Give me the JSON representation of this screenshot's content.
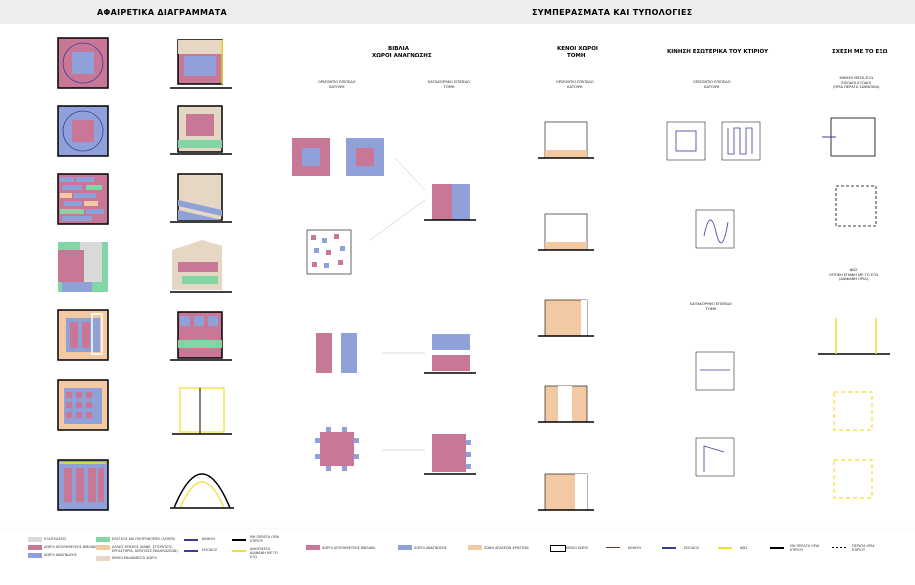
{
  "headers": {
    "left": "ΑΦΑΙΡΕΤΙΚΑ ΔΙΑΓΡΑΜΜΑΤΑ",
    "right": "ΣΥΜΠΕΡΑΣΜΑΤΑ ΚΑΙ ΤΥΠΟΛΟΓΙΕΣ"
  },
  "columns": {
    "books": {
      "title1": "ΒΙΒΛΙΑ",
      "title2": "ΧΩΡΟΙ ΑΝΑΓΝΩΣΗΣ",
      "plan": "ΟΡΙΖΟΝΤΙΟ ΕΠΙΠΕΔΟ\nΚΑΤΟΨΗ",
      "section": "ΚΑΤΑΚΟΡΥΦΟ ΕΠΙΠΕΔΟ\nΤΟΜΗ"
    },
    "voids": {
      "title1": "ΚΕΝΟΙ ΧΩΡΟΙ",
      "title2": "ΤΟΜΗ",
      "plan": "ΟΡΙΖΟΝΤΙΟ ΕΠΙΠΕΔΟ\nΚΑΤΟΨΗ"
    },
    "movement": {
      "title": "ΚΙΝΗΣΗ ΕΣΩΤΕΡΙΚΑ ΤΟΥ ΚΤΙΡΙΟΥ",
      "plan": "ΟΡΙΖΟΝΤΙΟ ΕΠΙΠΕΔΟ\nΚΑΤΟΨΗ",
      "section": "ΚΑΤΑΚΟΡΥΦΟ ΕΠΙΠΕΔΟ\nΤΟΜΗ"
    },
    "relation": {
      "title": "ΣΧΕΣΗ ΜΕ ΤΟ ΕΞΩ",
      "sub": "ΚΙΝΗΣΗ ΜΕΣΑ-ΕΞΩ\nΕΙΣΟΔΟΙ-ΕΞΟΔΟΙ\n(ΟΡΙΑ ΠΕΡΑΤΑ ΣΩΜΑΤΙΚΑ)",
      "sub2": "ΦΩΣ\nΟΠΤΙΚΗ ΕΠΑΦΗ ΜΕ ΤΟ ΕΞΩ\n(ΔΙΑΦΑΝΗ ΟΡΙΑ)"
    }
  },
  "legend_left": [
    {
      "label": "ΕΞΑΙΤΛΑΣΙΟΣ",
      "color": "#d9d9d9"
    },
    {
      "label": "ΧΩΡΟΙ ΑΠΟΘΗΚΕΥΣΗΣ ΒΙΒΛΙΩΝ",
      "color": "#c87896"
    },
    {
      "label": "ΧΩΡΟΙ ΑΝΑΓΝΩΣΗΣ",
      "color": "#8fa1d8"
    },
    {
      "label": "ΕΛΕΓΧΟΣ ΚΑΙ ΠΛΗΡΟΦΟΡΙΕΣ (ΛΟΜΠΙ)",
      "color": "#82d6a6"
    },
    {
      "label": "ΑΛΛΕΣ ΧΡΗΣΕΙΣ (ΚΑΦΕ, ΣΤΟΥΝΤΙΟΣ, ΕΡΓΑΣΤΗΡΙΑ, ΑΙΘΟΥΣΕΣ ΕΚΔΗΛΩΣΕΩΝ)",
      "color": "#f3c9a4"
    },
    {
      "label": "ΚΕΝΟΙ-ΕΝΔΙΑΜΕΣΟΙ ΧΩΡΟΙ",
      "color": "#e6d6c4"
    },
    {
      "label": "ΚΙΝΗΣΗ",
      "color": "#3b3b9a"
    },
    {
      "label": "ΕΙΣΟΔΟΣ",
      "color": "#3b3b9a"
    },
    {
      "label": "ΜΗ ΠΕΡΑΤΑ ΟΡΙΑ ΚΤΙΡΙΟΥ",
      "color": "#000000"
    },
    {
      "label": "ΑΝΟΙΓΜΑΤΑ ΔΙΑΦΑΝΗ ΜΕ ΤΟ ΕΞΩ",
      "color": "#f0e030"
    }
  ],
  "legend_right": [
    {
      "label": "ΧΩΡΟΙ ΑΠΟΘΗΚΕΥΣΗΣ ΒΙΒΛΙΩΝ",
      "color": "#c87896"
    },
    {
      "label": "ΧΩΡΟΙ ΑΝΑΓΝΩΣΗΣ",
      "color": "#8fa1d8"
    },
    {
      "label": "ΖΩΝΗ ΔΡΑΣΕΩΝ ΧΡΗΣΤΩΝ",
      "color": "#f3c9a4"
    },
    {
      "label": "ΚΕΝΟΙ ΧΩΡΟΙ",
      "color": "#ffffff"
    },
    {
      "label": "ΚΙΝΗΣΗ",
      "color": "#3b3b9a"
    },
    {
      "label": "ΕΙΣΟΔΟΣ",
      "color": "#3b3b9a"
    },
    {
      "label": "ΦΩΣ",
      "color": "#f0e030"
    },
    {
      "label": "ΜΗ ΠΕΡΑΤΑ ΟΡΙΑ ΚΤΙΡΙΟΥ",
      "color": "#000000"
    },
    {
      "label": "ΠΕΡΑΤΑ ΟΡΙΑ ΚΤΙΡΙΟΥ",
      "color": "#000000"
    }
  ],
  "colors": {
    "pink": "#c87896",
    "blue": "#8fa1d8",
    "green": "#82d6a6",
    "peach": "#f3c9a4",
    "beige": "#e6d6c4",
    "grey": "#d9d9d9",
    "navy": "#3b3b9a",
    "yellow": "#f0e030"
  }
}
